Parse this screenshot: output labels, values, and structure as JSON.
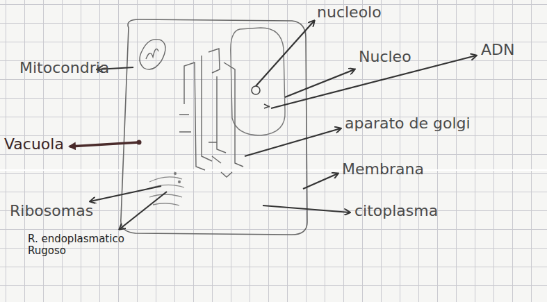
{
  "diagram": {
    "labels": [
      "Mitocondria",
      "Vacuola",
      "Ribosomas",
      "R. endoplasmatico Rugoso",
      "nucleolo",
      "Nucleo",
      "ADN",
      "aparato de golgi",
      "Membrana",
      "citoplasma"
    ]
  }
}
